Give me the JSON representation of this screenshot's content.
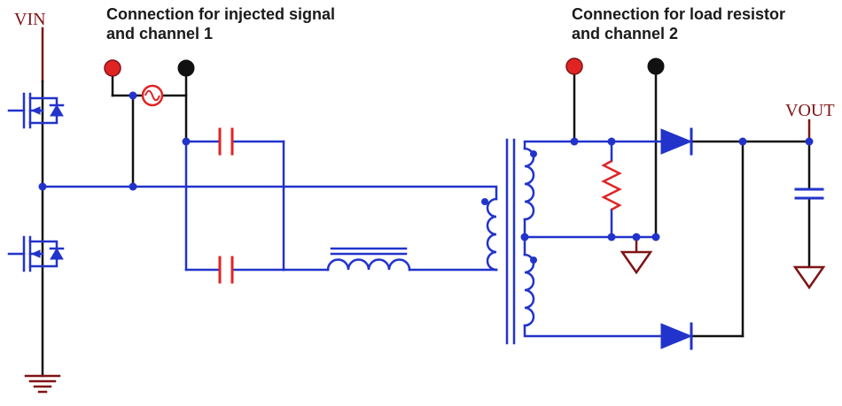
{
  "labels": {
    "vin": "VIN",
    "vout": "VOUT"
  },
  "annotations": {
    "injection": {
      "line1": "Connection for injected signal",
      "line2": "and channel 1"
    },
    "load": {
      "line1": "Connection for load resistor",
      "line2": "and channel 2"
    }
  },
  "colors": {
    "wire_blue": "#2233cb",
    "component_red": "#e02424",
    "dark_red": "#7f1416",
    "ink": "#111111"
  },
  "icons": {
    "probe_red": "red-banana-jack",
    "probe_black": "black-banana-jack",
    "ac_source": "sine-wave-source",
    "ground": "earth-ground"
  }
}
